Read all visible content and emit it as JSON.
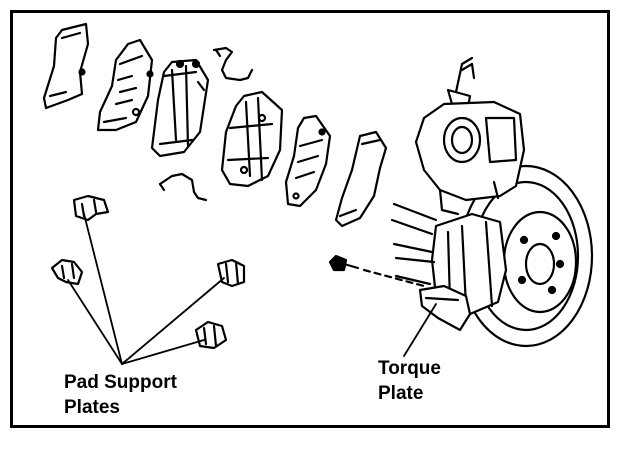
{
  "labels": {
    "pad_support_line1": "Pad Support",
    "pad_support_line2": "Plates",
    "torque_line1": "Torque",
    "torque_line2": "Plate"
  },
  "colors": {
    "ink": "#000000",
    "paper": "#ffffff"
  }
}
